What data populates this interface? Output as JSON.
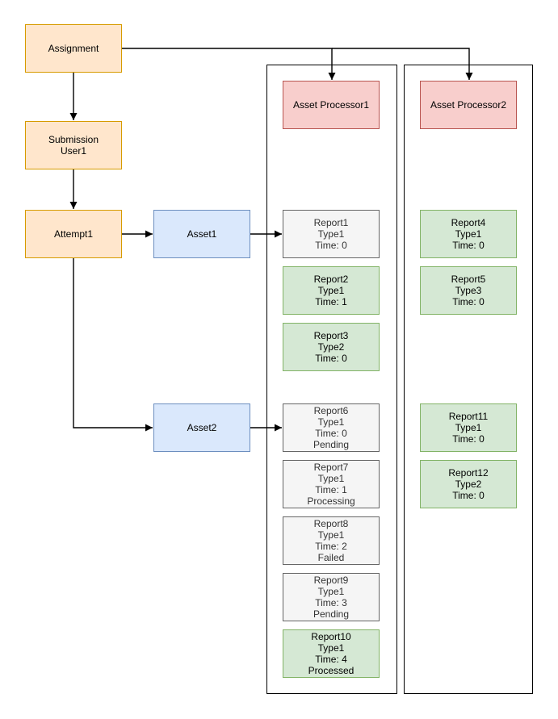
{
  "diagram": {
    "nodes": {
      "assignment": {
        "label": "Assignment"
      },
      "submission_user1": {
        "label": "Submission\nUser1"
      },
      "attempt1": {
        "label": "Attempt1"
      },
      "asset1": {
        "label": "Asset1"
      },
      "asset2": {
        "label": "Asset2"
      },
      "asset_processor1": {
        "label": "Asset Processor1"
      },
      "asset_processor2": {
        "label": "Asset Processor2"
      },
      "report1": {
        "label": "Report1\nType1\nTime: 0"
      },
      "report2": {
        "label": "Report2\nType1\nTime: 1"
      },
      "report3": {
        "label": "Report3\nType2\nTime: 0"
      },
      "report4": {
        "label": "Report4\nType1\nTime: 0"
      },
      "report5": {
        "label": "Report5\nType3\nTime: 0"
      },
      "report6": {
        "label": "Report6\nType1\nTime: 0\nPending"
      },
      "report7": {
        "label": "Report7\nType1\nTime: 1\nProcessing"
      },
      "report8": {
        "label": "Report8\nType1\nTime: 2\nFailed"
      },
      "report9": {
        "label": "Report9\nType1\nTime: 3\nPending"
      },
      "report10": {
        "label": "Report10\nType1\nTime: 4\nProcessed"
      },
      "report11": {
        "label": "Report11\nType1\nTime: 0"
      },
      "report12": {
        "label": "Report12\nType2\nTime: 0"
      }
    },
    "palette": {
      "orange_fill": "#FFE6CC",
      "orange_stroke": "#D79B00",
      "blue_fill": "#DAE8FC",
      "blue_stroke": "#6C8EBF",
      "red_fill": "#F8CECC",
      "red_stroke": "#B85450",
      "green_fill": "#D5E8D4",
      "green_stroke": "#82B366",
      "gray_fill": "#F5F5F5",
      "gray_stroke": "#666666",
      "gray_text": "#333333",
      "container_stroke": "#000000",
      "edge_stroke": "#000000"
    }
  }
}
